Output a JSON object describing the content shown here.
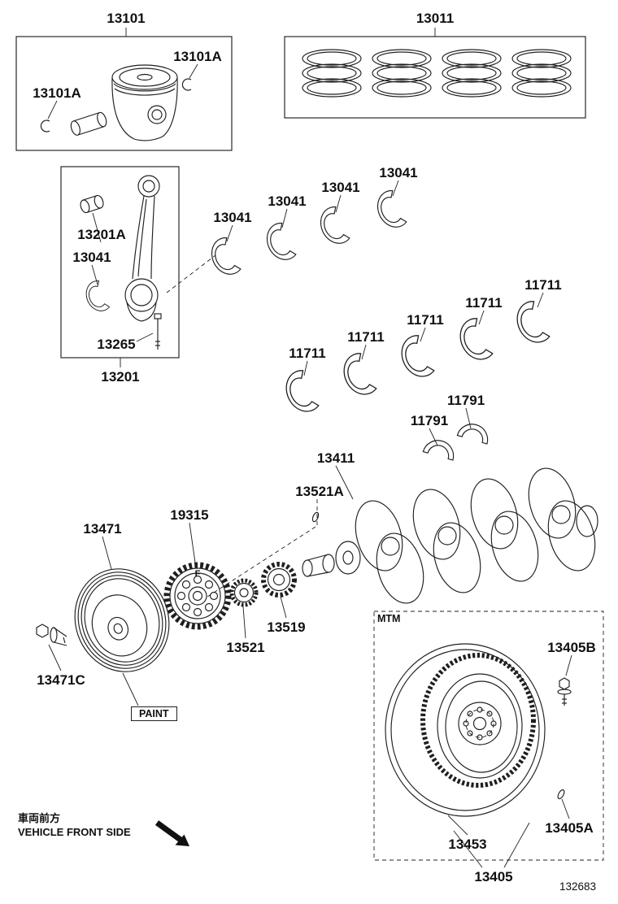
{
  "doc": {
    "code": "132683",
    "front_jp": "車両前方",
    "front_en": "VEHICLE FRONT SIDE",
    "paint": "PAINT",
    "mtm": "MTM",
    "sprocket_mark": "F"
  },
  "parts": {
    "piston": "13101",
    "snap_ring": "13101A",
    "ring_set": "13011",
    "rod_bushing": "13201A",
    "rod_bearing": "13041",
    "rod_bolt": "13265",
    "connecting_rod": "13201",
    "main_bearing": "11711",
    "thrust_washer": "11791",
    "crankshaft": "13411",
    "crankshaft_key": "13521A",
    "crankshaft_sprocket": "19315",
    "pulley": "13471",
    "pulley_bolt": "13471C",
    "gear_13521": "13521",
    "gear_13519": "13519",
    "flywheel_bolt": "13405B",
    "ring_gear": "13453",
    "flywheel_pin": "13405A",
    "flywheel": "13405"
  }
}
